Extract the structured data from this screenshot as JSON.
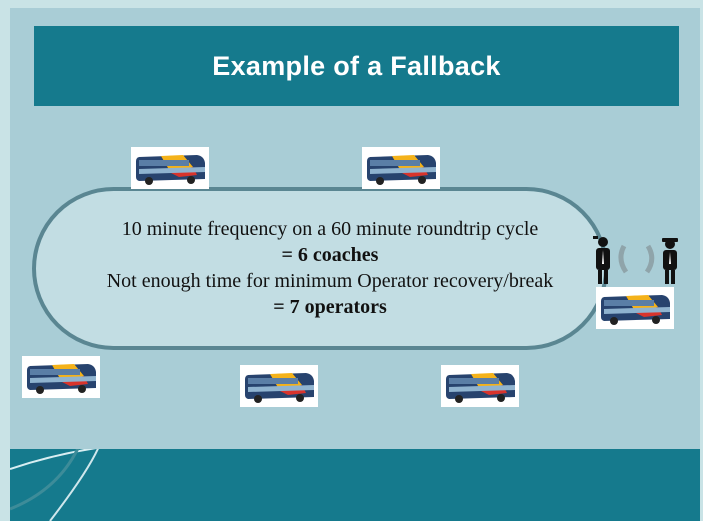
{
  "title": "Example of a Fallback",
  "loop_text": {
    "line1": "10 minute frequency on a 60 minute roundtrip cycle",
    "line2": "= 6 coaches",
    "line3": "Not enough time for minimum Operator recovery/break",
    "line4": "= 7 operators"
  },
  "icons": {
    "bus": "bus-icon",
    "operator": "bus-operator-icon",
    "swap": "circular-arrows-icon"
  },
  "colors": {
    "title_bar": "#157a8d",
    "slide_bg": "#a9cdd6",
    "loop_border": "#5a8692"
  }
}
